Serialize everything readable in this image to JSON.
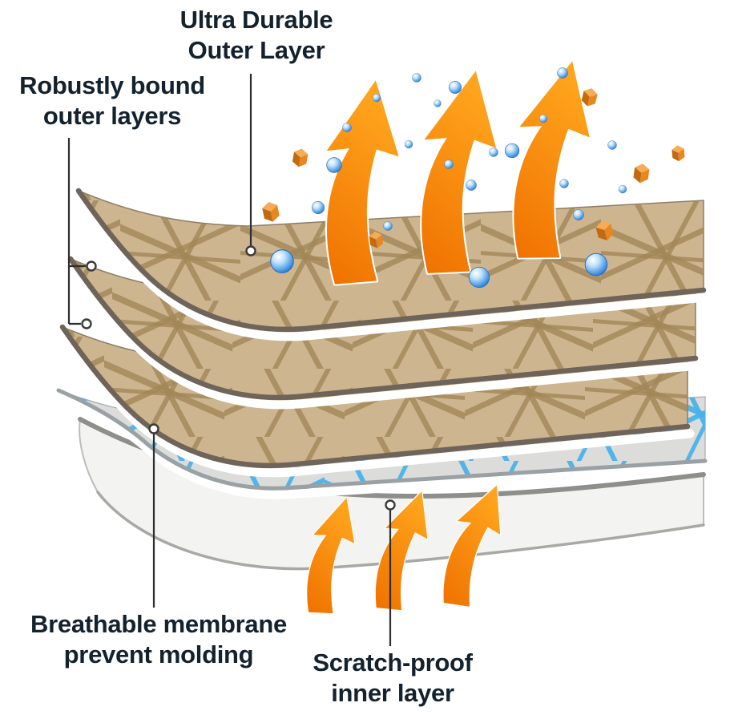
{
  "labels": {
    "ultra_durable": {
      "line1": "Ultra Durable",
      "line2": "Outer Layer"
    },
    "robustly_bound": {
      "line1": "Robustly bound",
      "line2": "outer layers"
    },
    "breathable_membrane": {
      "line1": "Breathable membrane",
      "line2": "prevent molding"
    },
    "scratch_proof": {
      "line1": "Scratch-proof",
      "line2": "inner layer"
    }
  },
  "colors": {
    "background": "#ffffff",
    "label_text": "#14222e",
    "leader_line": "#2e2e2e",
    "sheet_tan": "#cdb58f",
    "sheet_hatch": "#a18756",
    "sheet_edge": "#6f6459",
    "membrane_base": "#dcdcda",
    "membrane_hatch": "#45b2ea",
    "inner_layer": "#f3f3f1",
    "inner_edge": "#8e8e8b",
    "arrow_orange": "#f68b1f",
    "droplet_blue": "#2f7fd6",
    "cube_orange": "#e8871f"
  }
}
